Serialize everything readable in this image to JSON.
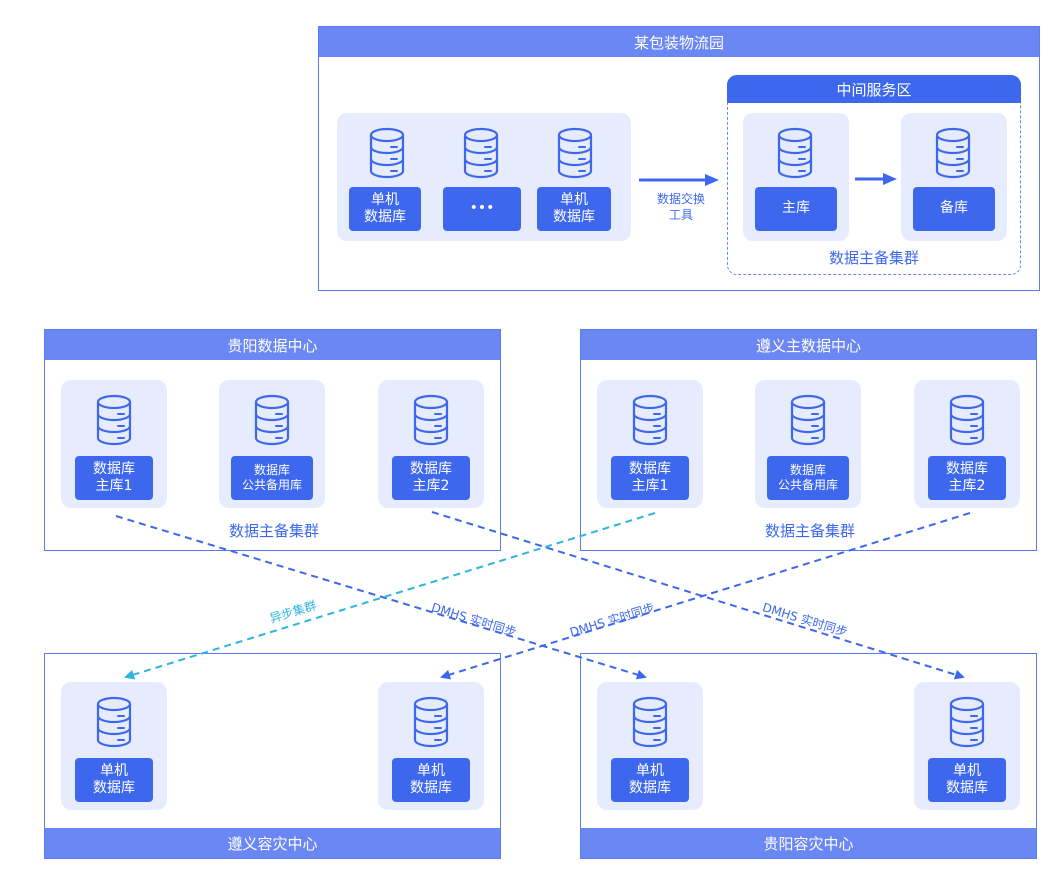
{
  "top_park": {
    "title": "某包装物流园",
    "db_left": [
      "单机",
      "数据库"
    ],
    "ellipsis": "•••",
    "db_right": [
      "单机",
      "数据库"
    ],
    "exchange_tool": [
      "数据交换",
      "工具"
    ],
    "service_zone": {
      "title": "中间服务区",
      "primary": "主库",
      "standby": "备库",
      "cluster_caption": "数据主备集群"
    }
  },
  "guiyang_dc": {
    "title": "贵阳数据中心",
    "db1": [
      "数据库",
      "主库1"
    ],
    "db_public": [
      "数据库",
      "公共备用库"
    ],
    "db2": [
      "数据库",
      "主库2"
    ],
    "cluster_caption": "数据主备集群"
  },
  "zunyi_dc": {
    "title": "遵义主数据中心",
    "db1": [
      "数据库",
      "主库1"
    ],
    "db_public": [
      "数据库",
      "公共备用库"
    ],
    "db2": [
      "数据库",
      "主库2"
    ],
    "cluster_caption": "数据主备集群"
  },
  "zunyi_dr": {
    "title": "遵义容灾中心",
    "db_a": [
      "单机",
      "数据库"
    ],
    "db_b": [
      "单机",
      "数据库"
    ]
  },
  "guiyang_dr": {
    "title": "贵阳容灾中心",
    "db_a": [
      "单机",
      "数据库"
    ],
    "db_b": [
      "单机",
      "数据库"
    ]
  },
  "links": {
    "async_cluster": "异步集群",
    "dmhs_1": "DMHS 实时同步",
    "dmhs_2": "DMHS 实时同步",
    "dmhs_3": "DMHS 实时同步"
  },
  "colors": {
    "header": "#6a87f4",
    "label": "#3d68ee",
    "card": "#e6ecfd",
    "async_link": "#2db5e0",
    "dmhs_link": "#3d68ee"
  },
  "icons": {
    "database": "database-icon",
    "arrow": "arrow-right-icon"
  }
}
